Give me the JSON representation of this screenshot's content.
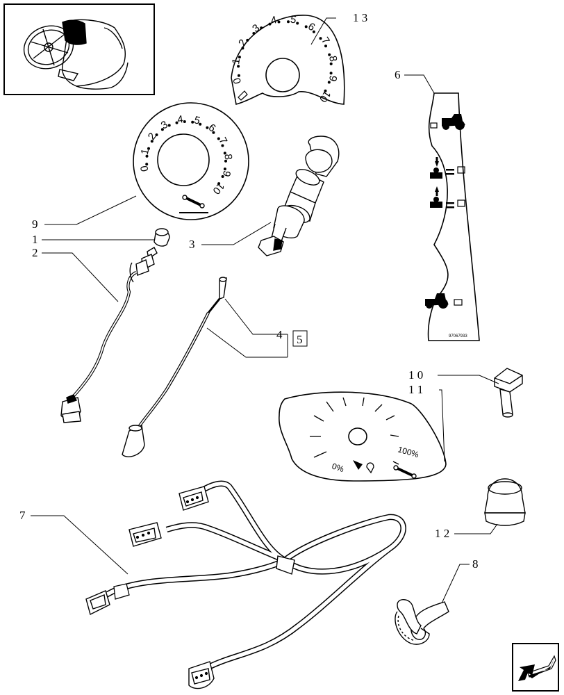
{
  "callouts": {
    "c1": "1",
    "c2": "2",
    "c3": "3",
    "c4": "4",
    "c5": "5",
    "c6": "6",
    "c7": "7",
    "c8": "8",
    "c9": "9",
    "c10": "1 0",
    "c11": "1 1",
    "c12": "1 2",
    "c13": "1 3"
  },
  "dial_numbers": [
    "0",
    "1",
    "2",
    "3",
    "4",
    "5",
    "6",
    "7",
    "8",
    "9",
    "10"
  ],
  "fuel_gauge": {
    "empty_label": "0%",
    "full_label": "100%"
  },
  "decal_reference": "97067933",
  "icons": {
    "thumbnail": "tractor-dashboard-thumbnail-icon",
    "nav": "next-page-arrow-icon",
    "decal_top": "tractor-rabbit-icon",
    "decal_bottom": "tractor-turtle-icon"
  }
}
